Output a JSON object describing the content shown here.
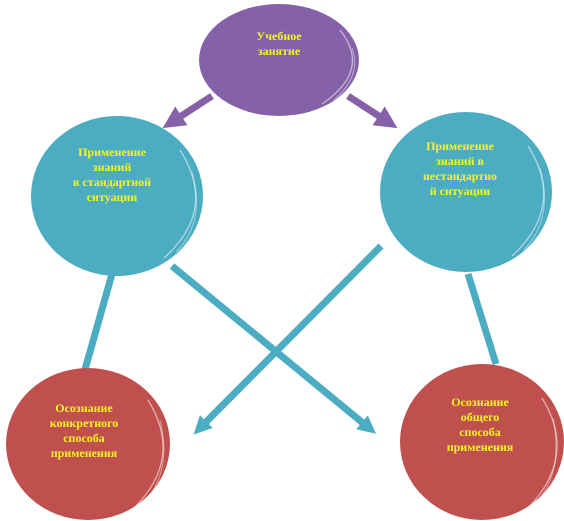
{
  "diagram": {
    "colors": {
      "top": "#8561a8",
      "mid": "#4bacc2",
      "bottom": "#c0504d",
      "text": "#f5f522",
      "connector_top": "#8561a8",
      "connector": "#4bacc2"
    },
    "nodes": {
      "top": {
        "lines": [
          "Учебное",
          "занятие"
        ]
      },
      "left": {
        "lines": [
          "Применение",
          "знаний",
          "в стандартной",
          "ситуации"
        ]
      },
      "right": {
        "lines": [
          "Применение",
          "знаний в",
          "нестандартно",
          "й ситуации"
        ]
      },
      "bottom_left": {
        "lines": [
          "Осознание",
          "конкретного",
          "способа",
          "применения"
        ]
      },
      "bottom_right": {
        "lines": [
          "Осознание",
          "общего",
          "способа",
          "применения"
        ]
      }
    }
  }
}
